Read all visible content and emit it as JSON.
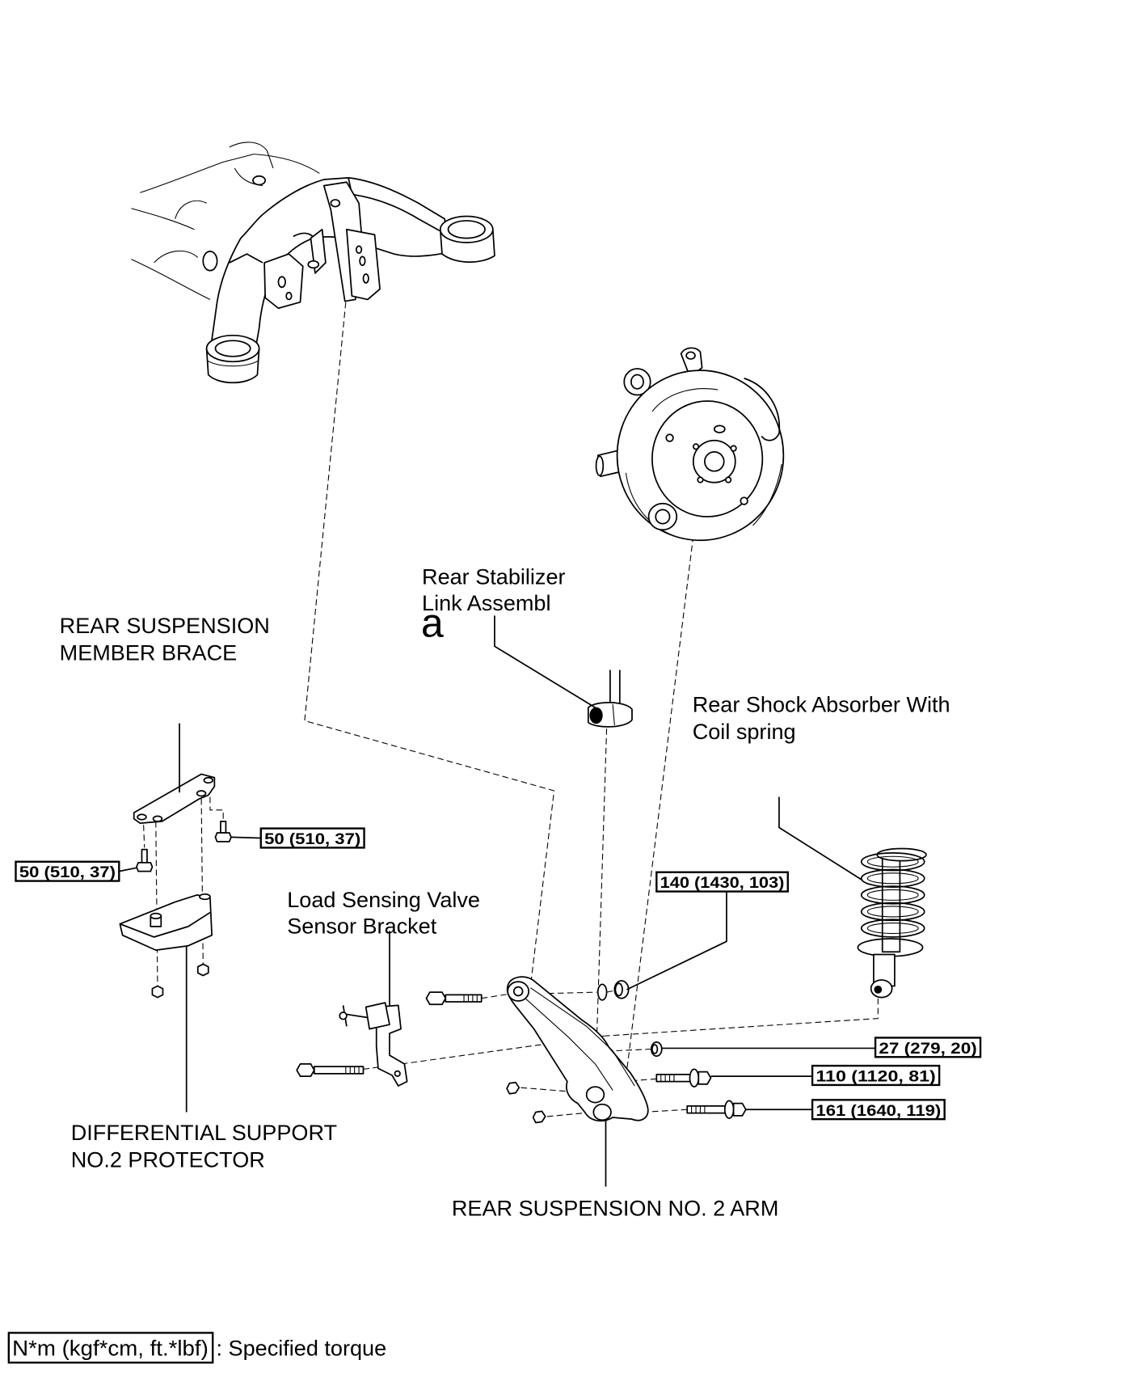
{
  "labels": {
    "stabilizer_link": {
      "line1": "Rear Stabilizer",
      "line2": "Link Assembl",
      "marker": "a"
    },
    "member_brace": {
      "line1": "REAR SUSPENSION",
      "line2": "MEMBER BRACE"
    },
    "shock_absorber": {
      "line1": "Rear Shock Absorber With",
      "line2": "Coil spring"
    },
    "sensor_bracket": {
      "line1": "Load Sensing Valve",
      "line2": "Sensor Bracket"
    },
    "diff_protector": {
      "line1": "DIFFERENTIAL SUPPORT",
      "line2": "NO.2 PROTECTOR"
    },
    "no2_arm": "REAR SUSPENSION NO. 2 ARM"
  },
  "torques": {
    "brace_upper_bolt": "50 (510, 37)",
    "brace_lower_bolt": "50 (510, 37)",
    "stabilizer_nut": "140 (1430, 103)",
    "shock_lower_nut": "27 (279, 20)",
    "arm_bolt_front": "110 (1120, 81)",
    "arm_bolt_rear": "161 (1640, 119)"
  },
  "legend": {
    "unit_box": "N*m (kgf*cm, ft.*lbf)",
    "description": ": Specified torque"
  },
  "colors": {
    "ink": "#000000",
    "paper": "#ffffff"
  }
}
